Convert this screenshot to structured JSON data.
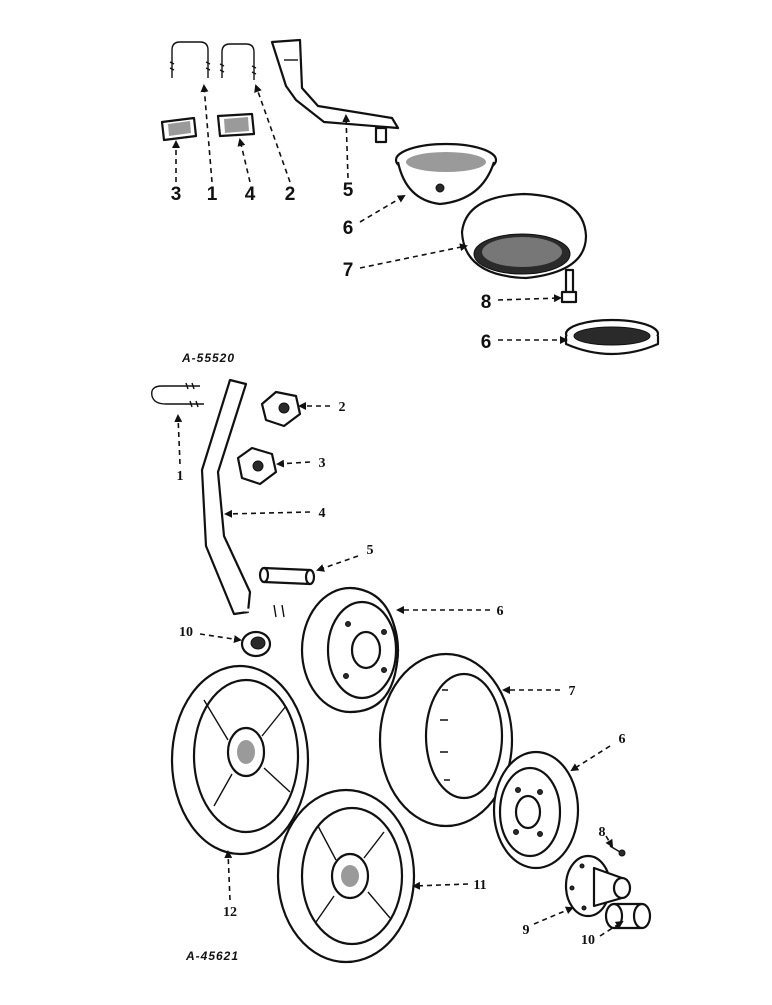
{
  "upper_assembly": {
    "figure_id": "A-55520",
    "callouts": [
      "3",
      "1",
      "4",
      "2",
      "5",
      "6",
      "7",
      "8",
      "6"
    ]
  },
  "lower_assembly": {
    "figure_id": "A-45621",
    "callouts": [
      "1",
      "2",
      "3",
      "4",
      "5",
      "6",
      "10",
      "7",
      "6",
      "12",
      "11",
      "8",
      "9",
      "10"
    ]
  }
}
